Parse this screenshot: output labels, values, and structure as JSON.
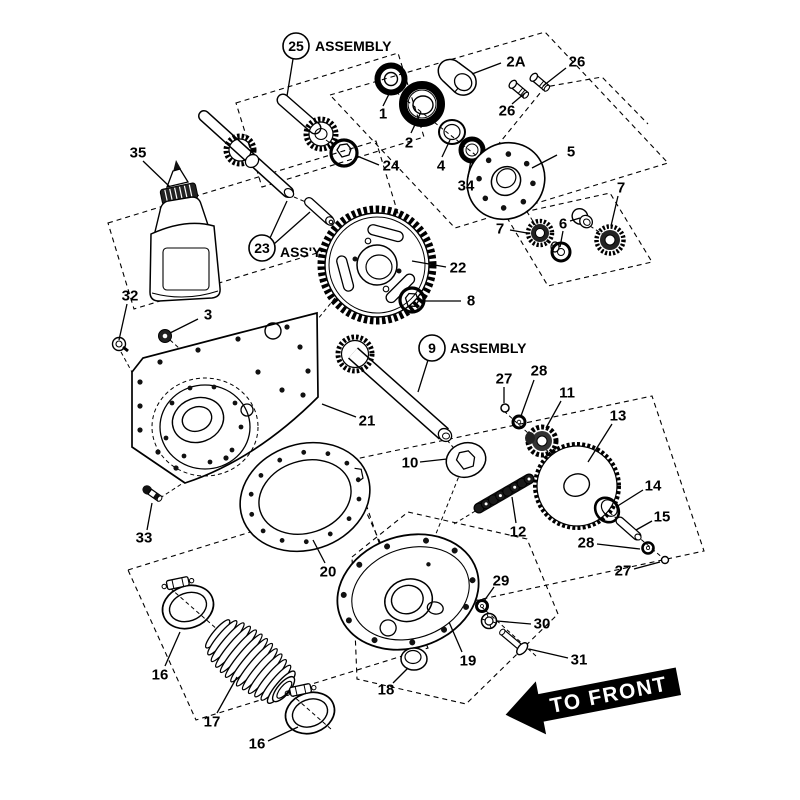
{
  "colors": {
    "background": "#ffffff",
    "line": "#000000",
    "arrow_fill": "#000000",
    "arrow_text": "#ffffff"
  },
  "assemblies": {
    "a25": {
      "number": "25",
      "label": "ASSEMBLY"
    },
    "a23": {
      "number": "23",
      "label": "ASS'Y."
    },
    "a9": {
      "number": "9",
      "label": "ASSEMBLY"
    }
  },
  "direction_arrow": {
    "label": "TO FRONT"
  },
  "callouts": {
    "p1": {
      "label": "1"
    },
    "p2": {
      "label": "2"
    },
    "p2A": {
      "label": "2A"
    },
    "p3": {
      "label": "3"
    },
    "p4": {
      "label": "4"
    },
    "p5": {
      "label": "5"
    },
    "p6": {
      "label": "6"
    },
    "p7a": {
      "label": "7"
    },
    "p7b": {
      "label": "7"
    },
    "p8": {
      "label": "8"
    },
    "p10": {
      "label": "10"
    },
    "p11": {
      "label": "11"
    },
    "p12": {
      "label": "12"
    },
    "p13": {
      "label": "13"
    },
    "p14": {
      "label": "14"
    },
    "p15": {
      "label": "15"
    },
    "p16a": {
      "label": "16"
    },
    "p16b": {
      "label": "16"
    },
    "p17": {
      "label": "17"
    },
    "p18": {
      "label": "18"
    },
    "p19": {
      "label": "19"
    },
    "p20": {
      "label": "20"
    },
    "p21": {
      "label": "21"
    },
    "p22": {
      "label": "22"
    },
    "p24": {
      "label": "24"
    },
    "p26a": {
      "label": "26"
    },
    "p26b": {
      "label": "26"
    },
    "p27a": {
      "label": "27"
    },
    "p27b": {
      "label": "27"
    },
    "p28a": {
      "label": "28"
    },
    "p28b": {
      "label": "28"
    },
    "p29": {
      "label": "29"
    },
    "p30": {
      "label": "30"
    },
    "p31": {
      "label": "31"
    },
    "p32": {
      "label": "32"
    },
    "p33": {
      "label": "33"
    },
    "p34": {
      "label": "34"
    },
    "p35": {
      "label": "35"
    }
  }
}
